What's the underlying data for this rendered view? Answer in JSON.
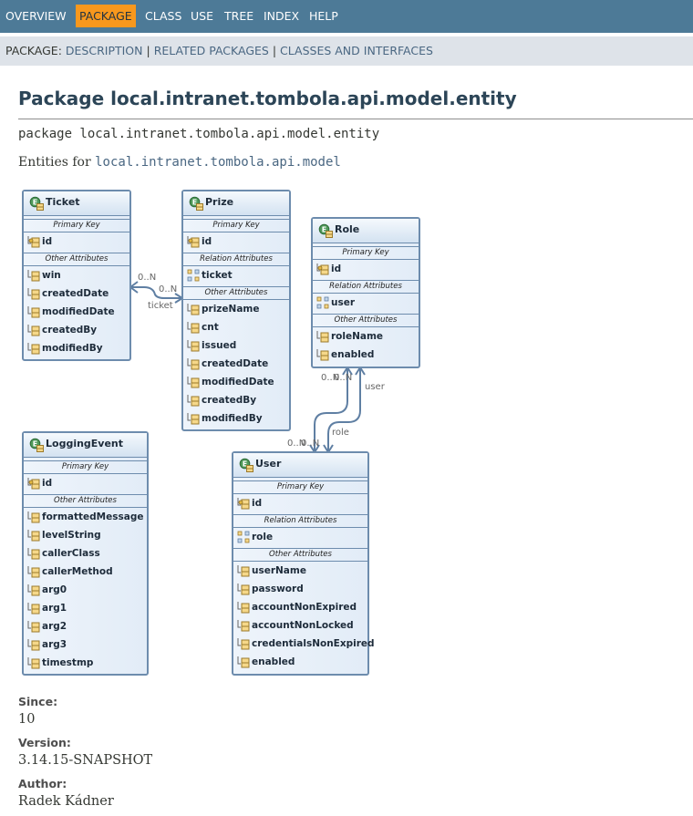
{
  "topnav": {
    "items": [
      "OVERVIEW",
      "PACKAGE",
      "CLASS",
      "USE",
      "TREE",
      "INDEX",
      "HELP"
    ]
  },
  "subnav": {
    "prefix": "PACKAGE:",
    "links": [
      "DESCRIPTION",
      "RELATED PACKAGES",
      "CLASSES AND INTERFACES"
    ],
    "separator": "|"
  },
  "page": {
    "title": "Package local.intranet.tombola.api.model.entity",
    "declaration": "package local.intranet.tombola.api.model.entity",
    "entities_prefix": "Entities for",
    "entities_link": "local.intranet.tombola.api.model"
  },
  "diagram": {
    "entities": {
      "ticket": {
        "name": "Ticket",
        "sections": [
          {
            "title": "Primary Key",
            "attrs": [
              {
                "name": "id",
                "kind": "key"
              }
            ]
          },
          {
            "title": "Other Attributes",
            "attrs": [
              {
                "name": "win",
                "kind": "attr"
              },
              {
                "name": "createdDate",
                "kind": "attr"
              },
              {
                "name": "modifiedDate",
                "kind": "attr"
              },
              {
                "name": "createdBy",
                "kind": "attr"
              },
              {
                "name": "modifiedBy",
                "kind": "attr"
              }
            ]
          }
        ]
      },
      "prize": {
        "name": "Prize",
        "sections": [
          {
            "title": "Primary Key",
            "attrs": [
              {
                "name": "id",
                "kind": "key"
              }
            ]
          },
          {
            "title": "Relation Attributes",
            "attrs": [
              {
                "name": "ticket",
                "kind": "rel"
              }
            ]
          },
          {
            "title": "Other Attributes",
            "attrs": [
              {
                "name": "prizeName",
                "kind": "attr"
              },
              {
                "name": "cnt",
                "kind": "attr"
              },
              {
                "name": "issued",
                "kind": "attr"
              },
              {
                "name": "createdDate",
                "kind": "attr"
              },
              {
                "name": "modifiedDate",
                "kind": "attr"
              },
              {
                "name": "createdBy",
                "kind": "attr"
              },
              {
                "name": "modifiedBy",
                "kind": "attr"
              }
            ]
          }
        ]
      },
      "role": {
        "name": "Role",
        "sections": [
          {
            "title": "Primary Key",
            "attrs": [
              {
                "name": "id",
                "kind": "key"
              }
            ]
          },
          {
            "title": "Relation Attributes",
            "attrs": [
              {
                "name": "user",
                "kind": "rel"
              }
            ]
          },
          {
            "title": "Other Attributes",
            "attrs": [
              {
                "name": "roleName",
                "kind": "attr"
              },
              {
                "name": "enabled",
                "kind": "attr"
              }
            ]
          }
        ]
      },
      "loggingevent": {
        "name": "LoggingEvent",
        "sections": [
          {
            "title": "Primary Key",
            "attrs": [
              {
                "name": "id",
                "kind": "key"
              }
            ]
          },
          {
            "title": "Other Attributes",
            "attrs": [
              {
                "name": "formattedMessage",
                "kind": "attr"
              },
              {
                "name": "levelString",
                "kind": "attr"
              },
              {
                "name": "callerClass",
                "kind": "attr"
              },
              {
                "name": "callerMethod",
                "kind": "attr"
              },
              {
                "name": "arg0",
                "kind": "attr"
              },
              {
                "name": "arg1",
                "kind": "attr"
              },
              {
                "name": "arg2",
                "kind": "attr"
              },
              {
                "name": "arg3",
                "kind": "attr"
              },
              {
                "name": "timestmp",
                "kind": "attr"
              }
            ]
          }
        ]
      },
      "user": {
        "name": "User",
        "sections": [
          {
            "title": "Primary Key",
            "attrs": [
              {
                "name": "id",
                "kind": "key"
              }
            ]
          },
          {
            "title": "Relation Attributes",
            "attrs": [
              {
                "name": "role",
                "kind": "rel"
              }
            ]
          },
          {
            "title": "Other Attributes",
            "attrs": [
              {
                "name": "userName",
                "kind": "attr"
              },
              {
                "name": "password",
                "kind": "attr"
              },
              {
                "name": "accountNonExpired",
                "kind": "attr"
              },
              {
                "name": "accountNonLocked",
                "kind": "attr"
              },
              {
                "name": "credentialsNonExpired",
                "kind": "attr"
              },
              {
                "name": "enabled",
                "kind": "attr"
              }
            ]
          }
        ]
      }
    },
    "relations": {
      "ticket_prize": {
        "mult_a": "0..N",
        "mult_b": "0..N",
        "label": "ticket"
      },
      "role_user": {
        "mult_role_a": "0..N",
        "mult_role_b": "0..N",
        "mult_user_a": "0..N",
        "mult_user_b": "0..N",
        "label_user": "user",
        "label_role": "role"
      }
    }
  },
  "meta": {
    "since_label": "Since:",
    "since_value": "10",
    "version_label": "Version:",
    "version_value": "3.14.15-SNAPSHOT",
    "author_label": "Author:",
    "author_value": "Radek Kádner"
  },
  "colors": {
    "nav_bg": "#4d7a97",
    "nav_active": "#f8981d",
    "subnav_bg": "#dee3e9",
    "entity_border": "#6d8cad"
  }
}
